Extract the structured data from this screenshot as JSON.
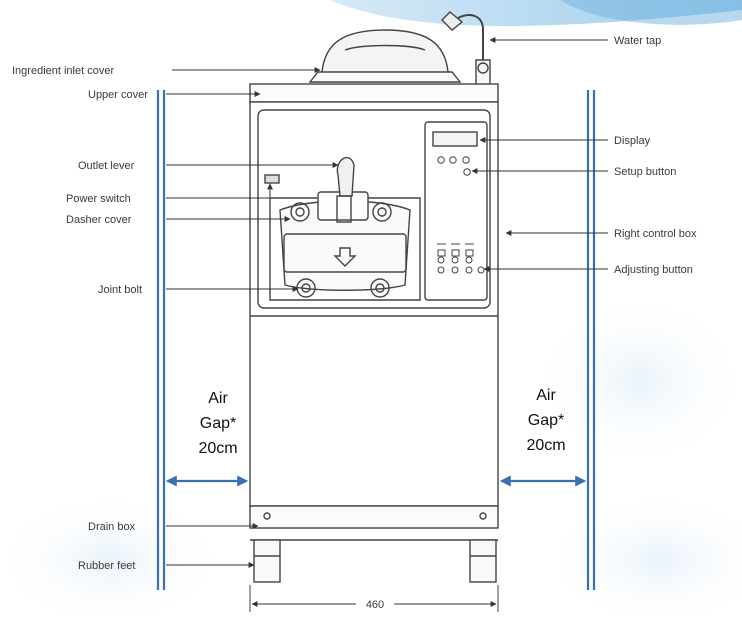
{
  "diagram": {
    "left_labels": {
      "ingredient_inlet_cover": "Ingredient inlet cover",
      "upper_cover": "Upper cover",
      "outlet_lever": "Outlet lever",
      "power_switch": "Power switch",
      "dasher_cover": "Dasher cover",
      "joint_bolt": "Joint bolt",
      "drain_box": "Drain box",
      "rubber_feet": "Rubber feet"
    },
    "right_labels": {
      "water_tap": "Water tap",
      "display": "Display",
      "setup_button": "Setup button",
      "right_control_box": "Right control box",
      "adjusting_button": "Adjusting button"
    },
    "air_gap": {
      "line1": "Air",
      "line2": "Gap*",
      "line3": "20cm"
    },
    "dimension": "460",
    "colors": {
      "gap_line": "#3b6fb3",
      "machine_line": "#444444",
      "background_swirl": "#dcecf8"
    }
  }
}
